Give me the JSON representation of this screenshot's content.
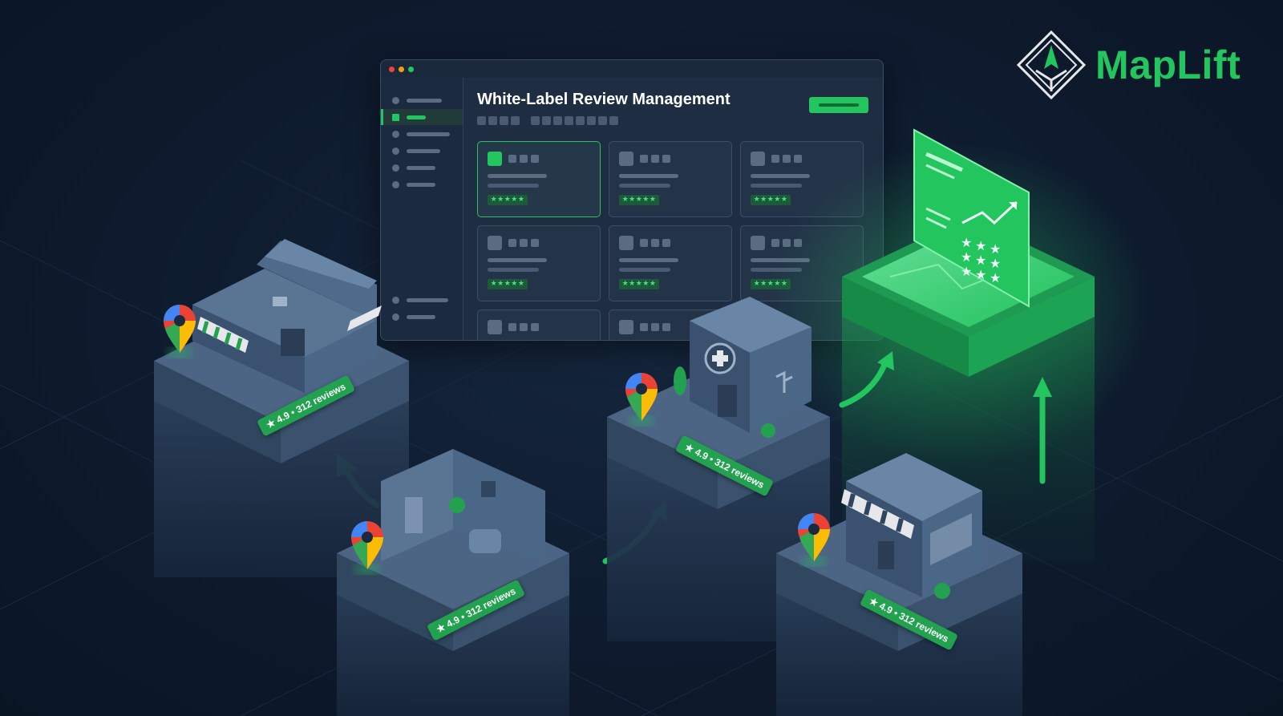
{
  "brand": {
    "name": "MapLift",
    "logo_icon": "diamond-arrow-logo-icon",
    "color": "#22c55e"
  },
  "dashboard": {
    "title": "White-Label Review Management",
    "window_controls": [
      "#ef4444",
      "#f59e0b",
      "#22c55e"
    ],
    "primary_button_icon": "action-button",
    "card_rating_stars": "★★★★★"
  },
  "locations": [
    {
      "name": "restaurant",
      "icon": "storefront-icon",
      "review_badge": "★ 4.9 • 312 reviews"
    },
    {
      "name": "salon",
      "icon": "salon-interior-icon",
      "review_badge": "★ 4.9 • 312 reviews"
    },
    {
      "name": "clinic",
      "icon": "medical-clinic-icon",
      "review_badge": "★ 4.9 • 312 reviews"
    },
    {
      "name": "retail-store",
      "icon": "shop-icon",
      "review_badge": "★ 4.9 • 312 reviews"
    }
  ],
  "colors": {
    "accent": "#22c55e",
    "background": "#0e1b2e",
    "platform": "#3c526e"
  }
}
